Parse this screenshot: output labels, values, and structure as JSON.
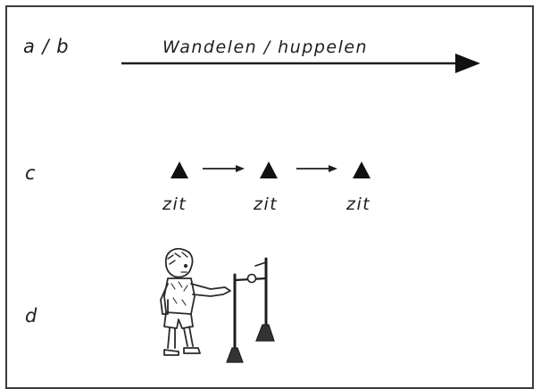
{
  "rows": {
    "ab": {
      "label": "a / b",
      "caption": "Wandelen / huppelen"
    },
    "c": {
      "label": "c",
      "stations": [
        "zit",
        "zit",
        "zit"
      ]
    },
    "d": {
      "label": "d"
    }
  },
  "colors": {
    "ink": "#1e1e1e",
    "border": "#3a3a3a",
    "background": "#ffffff"
  },
  "icons": [
    "triangle-marker-icon",
    "arrow-right-icon",
    "child-drawing",
    "hurdle-stand-drawing"
  ]
}
